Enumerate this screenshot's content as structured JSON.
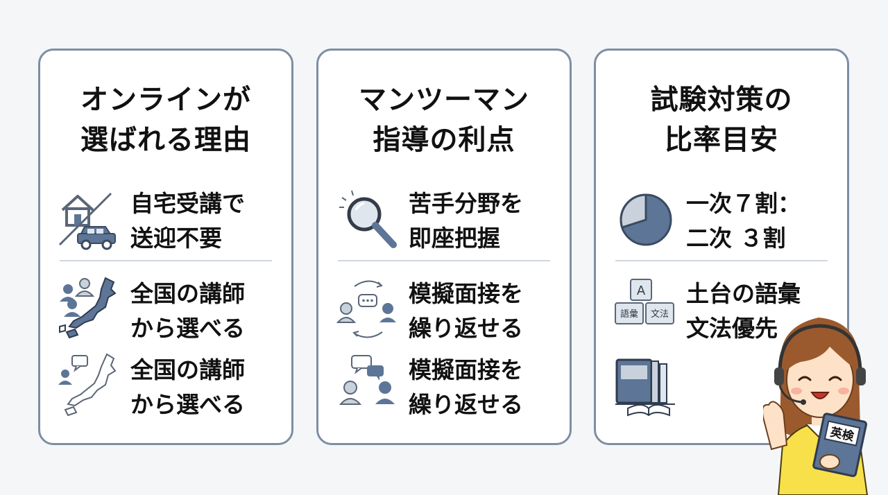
{
  "cards": [
    {
      "title_line1": "オンラインが",
      "title_line2": "選ばれる理由",
      "items": [
        {
          "icon": "house-car-icon",
          "line1": "自宅受講で",
          "line2": "送迎不要"
        },
        {
          "icon": "people-japan-map-icon",
          "line1": "全国の講師",
          "line2": "から選べる"
        },
        {
          "icon": "chat-japan-map-icon",
          "line1": "全国の講師",
          "line2": "から選べる"
        }
      ]
    },
    {
      "title_line1": "マンツーマン",
      "title_line2": "指導の利点",
      "items": [
        {
          "icon": "magnifier-icon",
          "line1": "苦手分野を",
          "line2": "即座把握"
        },
        {
          "icon": "conversation-cycle-icon",
          "line1": "模擬面接を",
          "line2": "繰り返せる"
        },
        {
          "icon": "interview-chat-icon",
          "line1": "模擬面接を",
          "line2": "繰り返せる"
        }
      ]
    },
    {
      "title_line1": "試験対策の",
      "title_line2": "比率目安",
      "items": [
        {
          "icon": "pie-chart-icon",
          "line1": "一次７割：",
          "line2": "二次 ３割"
        },
        {
          "icon": "vocab-grammar-blocks-icon",
          "line1": "土台の語彙",
          "line2": "文法優先",
          "block_a": "A",
          "block_vocab": "語彙",
          "block_grammar": "文法"
        },
        {
          "icon": "books-icon"
        }
      ]
    }
  ],
  "character": {
    "book_label": "英検"
  },
  "colors": {
    "accent": "#5d7596",
    "light": "#c9d2dc",
    "border": "#7d8ea3",
    "text": "#111111",
    "shirt": "#f7e04a"
  }
}
